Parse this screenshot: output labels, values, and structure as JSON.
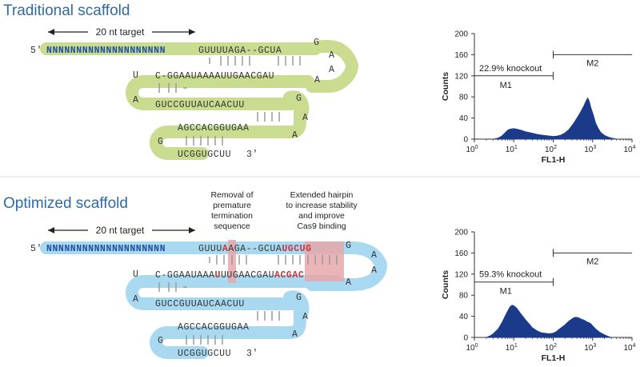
{
  "panels": [
    {
      "title": "Traditional scaffold",
      "target_label": "20 nt target",
      "five_prime": "5'",
      "three_prime": "3'",
      "seq": {
        "row1_target": "NNNNNNNNNNNNNNNNNNNN",
        "row1_rest": "GUUUUAGA--GCUA",
        "loop1": [
          "G",
          "A",
          "A",
          "A"
        ],
        "row2": "C-GGAAUAAAAUUGAACGAU",
        "loop2": [
          "U",
          "A"
        ],
        "row3": "GUCCGUUAUCAACUU",
        "loop3": [
          "G",
          "A",
          "A"
        ],
        "row4": "AGCCACGGUGAA",
        "loop4": [
          "G"
        ],
        "row5": "UCGGUGCUU"
      },
      "highlight_color": "#c9dc8f"
    },
    {
      "title": "Optimized scaffold",
      "target_label": "20 nt target",
      "five_prime": "5'",
      "three_prime": "3'",
      "annotations": {
        "removal": [
          "Removal of",
          "premature",
          "termination",
          "sequence"
        ],
        "hairpin": [
          "Extended hairpin",
          "to increase stability",
          "and improve",
          "Cas9 binding"
        ]
      },
      "seq": {
        "row1_target": "NNNNNNNNNNNNNNNNNNNN",
        "row1_a": "GUUU",
        "row1_mut": "A",
        "row1_b": "AGA--GCUA",
        "row1_ext": "UGCUG",
        "loop1": [
          "G",
          "A",
          "A",
          "A"
        ],
        "row2_a": "C-GGAAUAAA",
        "row2_mut": "U",
        "row2_b": "UUGAACGAU",
        "row2_ext": "ACGAC",
        "loop2": [
          "U",
          "A"
        ],
        "row3": "GUCCGUUAUCAACUU",
        "loop3": [
          "G",
          "A",
          "A"
        ],
        "row4": "AGCCACGGUGAA",
        "loop4": [
          "G"
        ],
        "row5": "UCGGUGCUU"
      },
      "highlight_color": "#a9d8f1"
    }
  ],
  "chart_data": [
    {
      "type": "area",
      "xlabel": "FL1-H",
      "ylabel": "Counts",
      "x_scale": "log",
      "xlim": [
        1,
        10000
      ],
      "ylim": [
        0,
        200
      ],
      "yticks": [
        "0",
        "40",
        "80",
        "120",
        "160",
        "200"
      ],
      "xticks": [
        {
          "base": "10",
          "exp": "0"
        },
        {
          "base": "10",
          "exp": "1"
        },
        {
          "base": "10",
          "exp": "2"
        },
        {
          "base": "10",
          "exp": "3"
        },
        {
          "base": "10",
          "exp": "4"
        }
      ],
      "gates": {
        "m1": {
          "label": "M1",
          "from": 1,
          "to": 100,
          "y": 120
        },
        "m2": {
          "label": "M2",
          "from": 100,
          "to": 10000,
          "y": 160
        }
      },
      "knockout_text": "22.9% knockout",
      "color": "#1b3a8a",
      "series": [
        {
          "x": [
            3,
            4,
            5,
            6,
            7,
            8,
            10,
            12,
            15,
            20,
            30,
            40,
            60,
            80,
            100,
            130,
            160,
            200,
            250,
            300,
            350,
            400,
            450,
            500,
            550,
            600,
            650,
            700,
            750,
            800,
            850,
            900,
            1000,
            1100,
            1200,
            1400,
            1600,
            2000,
            2500,
            3000,
            3500,
            4000
          ],
          "values": [
            0,
            2,
            6,
            12,
            17,
            19,
            20,
            19,
            17,
            14,
            11,
            9,
            7,
            6,
            5,
            6,
            8,
            12,
            18,
            26,
            33,
            40,
            46,
            52,
            58,
            63,
            69,
            74,
            78,
            74,
            68,
            60,
            50,
            40,
            30,
            20,
            13,
            7,
            4,
            2,
            1,
            0
          ]
        }
      ]
    },
    {
      "type": "area",
      "xlabel": "FL1-H",
      "ylabel": "Counts",
      "x_scale": "log",
      "xlim": [
        1,
        10000
      ],
      "ylim": [
        0,
        200
      ],
      "yticks": [
        "0",
        "40",
        "80",
        "120",
        "160",
        "200"
      ],
      "xticks": [
        {
          "base": "10",
          "exp": "0"
        },
        {
          "base": "10",
          "exp": "1"
        },
        {
          "base": "10",
          "exp": "2"
        },
        {
          "base": "10",
          "exp": "3"
        },
        {
          "base": "10",
          "exp": "4"
        }
      ],
      "gates": {
        "m1": {
          "label": "M1",
          "from": 1,
          "to": 100,
          "y": 105
        },
        "m2": {
          "label": "M2",
          "from": 100,
          "to": 10000,
          "y": 160
        }
      },
      "knockout_text": "59.3% knockout",
      "color": "#1b3a8a",
      "series": [
        {
          "x": [
            2,
            2.5,
            3,
            4,
            5,
            6,
            7,
            8,
            9,
            10,
            12,
            15,
            20,
            25,
            30,
            40,
            50,
            60,
            80,
            100,
            120,
            150,
            200,
            250,
            300,
            350,
            400,
            450,
            500,
            600,
            700,
            800,
            900,
            1000,
            1200,
            1500,
            2000,
            2500,
            3000
          ],
          "values": [
            0,
            3,
            7,
            16,
            28,
            40,
            50,
            58,
            61,
            60,
            55,
            45,
            33,
            25,
            18,
            12,
            9,
            8,
            7,
            8,
            11,
            17,
            24,
            31,
            35,
            38,
            38,
            37,
            35,
            33,
            30,
            28,
            26,
            22,
            16,
            10,
            5,
            2,
            0
          ]
        }
      ]
    }
  ]
}
